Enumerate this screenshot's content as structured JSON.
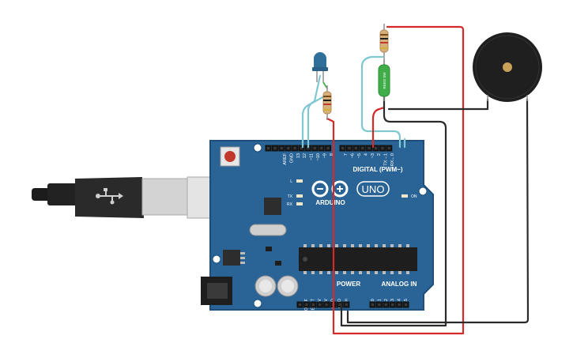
{
  "board": {
    "logo_text": "ARDUINO",
    "model": "UNO",
    "digital_header_label": "DIGITAL (PWM~)",
    "power_label": "POWER",
    "analog_label": "ANALOG IN",
    "on_label": "ON",
    "led_l_label": "L",
    "tx_label": "TX",
    "rx_label": "RX",
    "digital_pins": [
      "AREF",
      "GND",
      "13",
      "12",
      "~11",
      "~10",
      "~9",
      "8",
      "7",
      "~6",
      "~5",
      "4",
      "~3",
      "2",
      "TX→1",
      "RX←0"
    ],
    "power_pins": [
      "IOREF",
      "RESET",
      "3.3V",
      "5V",
      "GND",
      "GND",
      "Vin"
    ],
    "analog_pins": [
      "A0",
      "A1",
      "A2",
      "A3",
      "A4",
      "A5"
    ]
  },
  "components": {
    "reed_switch_label": "REED SW"
  },
  "colors": {
    "board": "#2a6496",
    "board_edge": "#1e4f7a",
    "wire_red": "#d42a2a",
    "wire_black": "#2b2b2b",
    "wire_cyan": "#7fc8d2",
    "led": "#2f6f9a",
    "reed": "#3fae49",
    "buzzer": "#1f1f1f",
    "buzzer_center": "#c9a25a"
  }
}
